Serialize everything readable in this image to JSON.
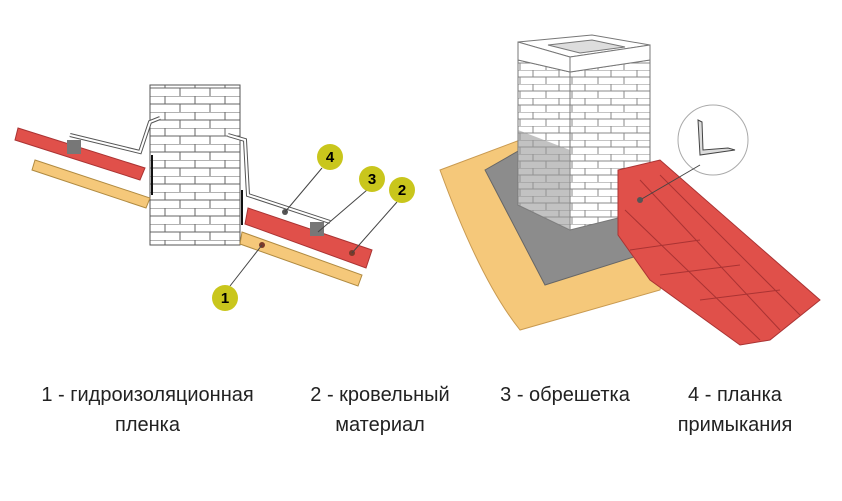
{
  "callouts": [
    "1",
    "2",
    "3",
    "4"
  ],
  "legend": [
    {
      "line1": "1 - гидроизоляционная",
      "line2": "пленка"
    },
    {
      "line1": "2 - кровельный",
      "line2": "материал"
    },
    {
      "line1": "3 - обрешетка",
      "line2": ""
    },
    {
      "line1": "4 - планка",
      "line2": "примыкания"
    }
  ],
  "colors": {
    "tile": "#e0504a",
    "batten": "#f5c87a",
    "brick": "#ffffff",
    "membrane": "#8c8c8c",
    "callout": "#c9c61c"
  }
}
